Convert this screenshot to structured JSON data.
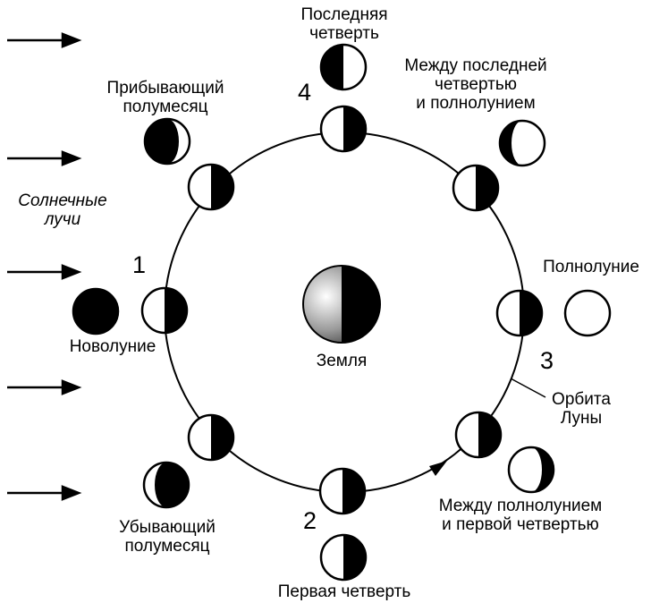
{
  "labels": {
    "sun_rays": [
      "Солнечные",
      "лучи"
    ],
    "new_moon": "Новолуние",
    "waxing_crescent": [
      "Прибывающий",
      "полумесяц"
    ],
    "last_quarter": [
      "Последняя",
      "четверть"
    ],
    "between_last_full": [
      "Между последней",
      "четвертью",
      "и полнолунием"
    ],
    "full_moon": "Полнолуние",
    "orbit": [
      "Орбита",
      "Луны"
    ],
    "between_full_first": [
      "Между полнолунием",
      "и первой четвертью"
    ],
    "first_quarter": "Первая четверть",
    "waning_crescent": [
      "Убывающий",
      "полумесяц"
    ],
    "earth": "Земля"
  },
  "position_numbers": [
    "1",
    "2",
    "3",
    "4"
  ],
  "colors": {
    "ink": "#000000",
    "paper": "#ffffff",
    "earth_light": "#ffffff",
    "earth_dark": "#000000"
  }
}
